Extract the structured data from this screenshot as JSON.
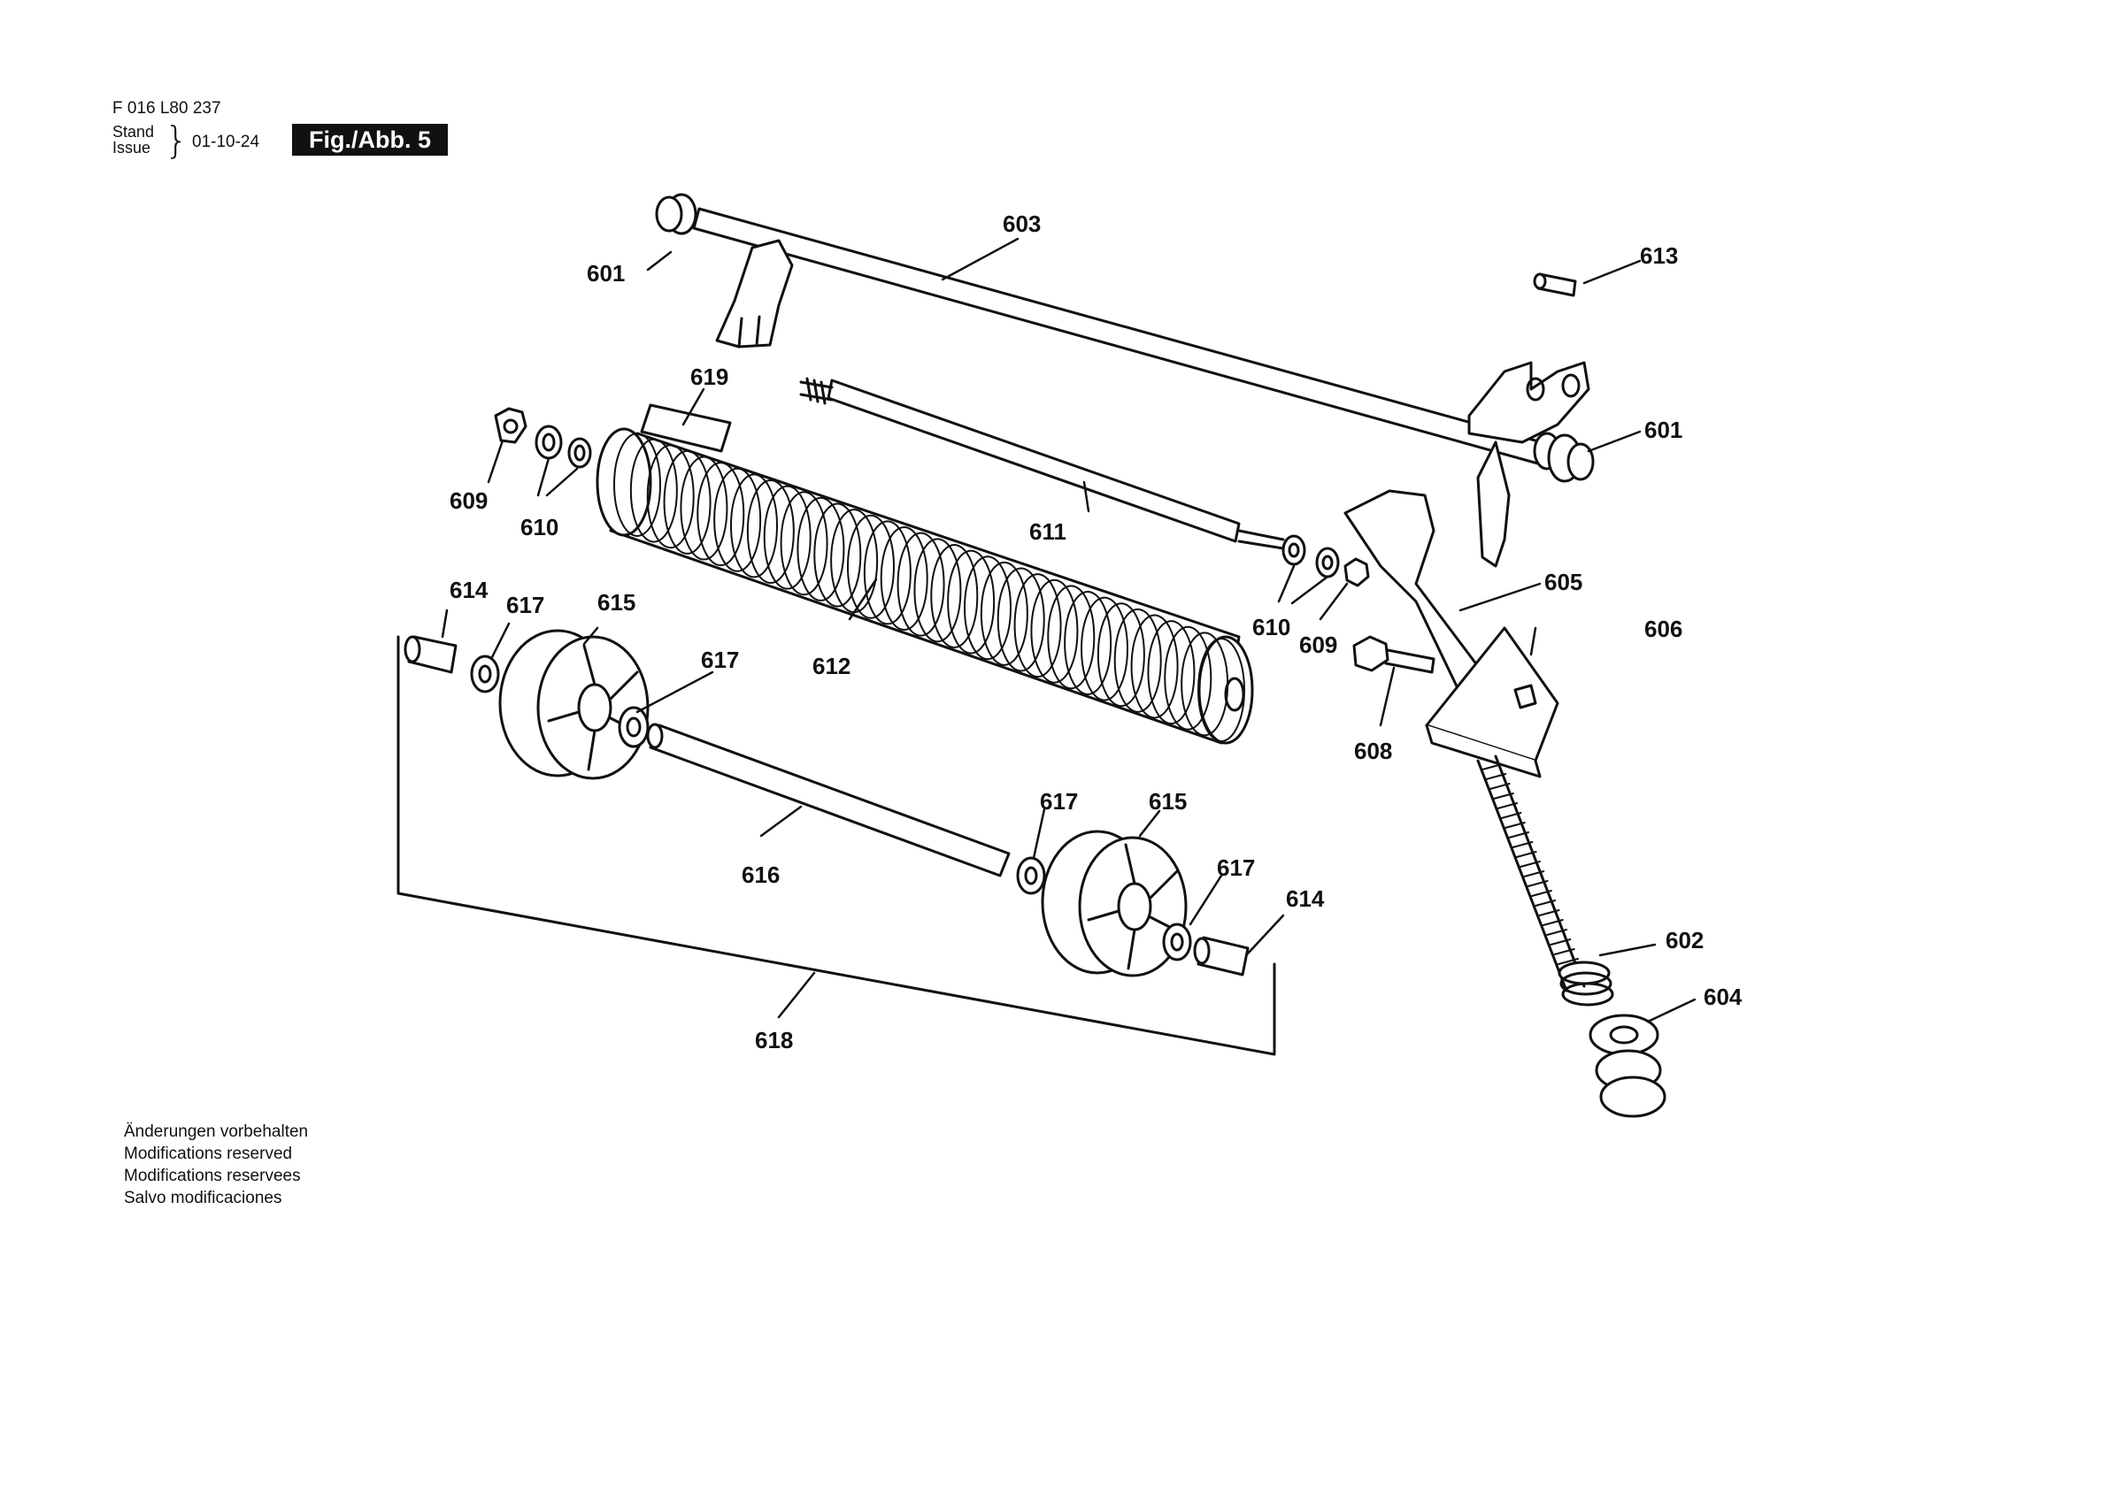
{
  "header": {
    "doc_code": "F 016 L80 237",
    "stand": "Stand",
    "issue": "Issue",
    "date": "01-10-24",
    "figure": "Fig./Abb. 5"
  },
  "notes": [
    "Änderungen vorbehalten",
    "Modifications reserved",
    "Modifications reservees",
    "Salvo modificaciones"
  ],
  "labels": {
    "l601a": "601",
    "l601b": "601",
    "l602": "602",
    "l603": "603",
    "l604": "604",
    "l605": "605",
    "l606": "606",
    "l608": "608",
    "l609a": "609",
    "l609b": "609",
    "l610a": "610",
    "l610b": "610",
    "l611": "611",
    "l612": "612",
    "l613": "613",
    "l614a": "614",
    "l614b": "614",
    "l615a": "615",
    "l615b": "615",
    "l616": "616",
    "l617a": "617",
    "l617b": "617",
    "l617c": "617",
    "l617d": "617",
    "l618": "618",
    "l619": "619"
  },
  "colors": {
    "ink": "#111111",
    "background": "#ffffff",
    "figure_box": "#111111"
  }
}
